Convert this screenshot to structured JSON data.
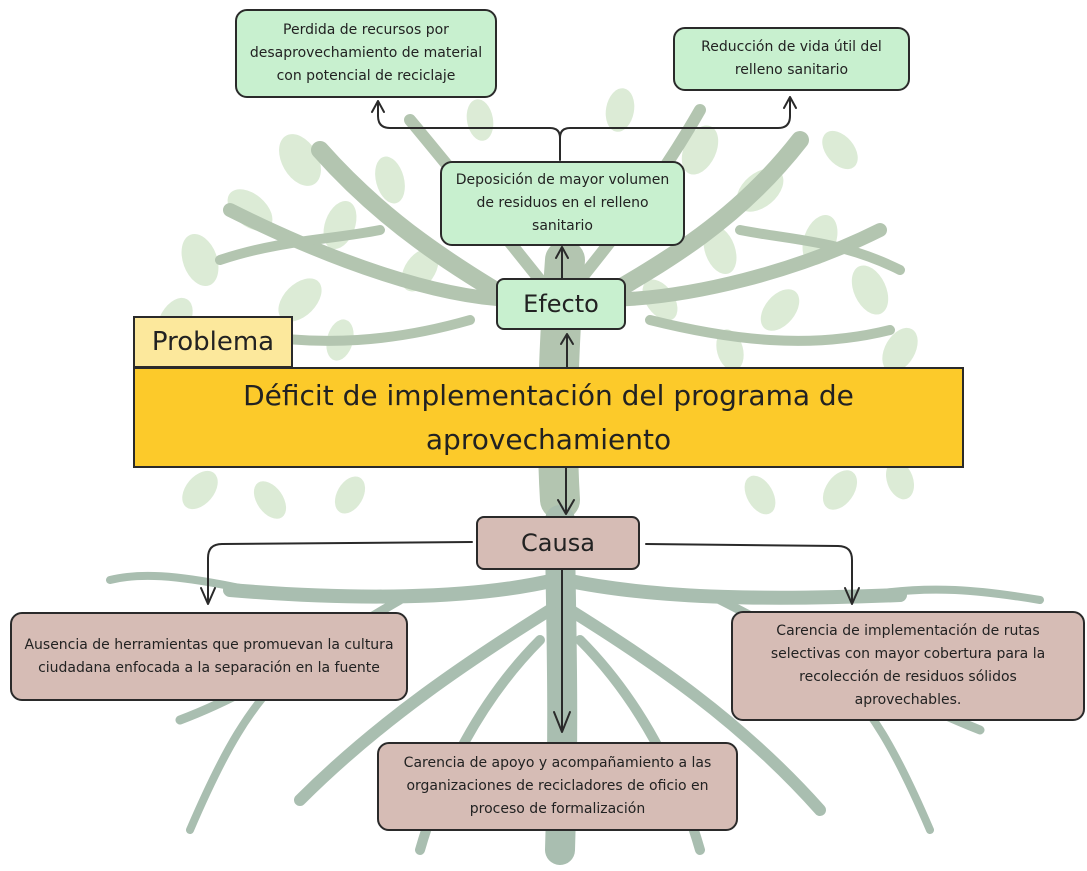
{
  "problem_label": "Problema",
  "problem": "Déficit de implementación del programa de aprovechamiento",
  "effect_label": "Efecto",
  "cause_label": "Causa",
  "effects": {
    "intermediate": "Deposición de mayor volumen de residuos en el relleno sanitario",
    "left": "Perdida de recursos por desaprovechamiento de material con potencial de reciclaje",
    "right": "Reducción de vida útil del relleno sanitario"
  },
  "causes": {
    "left": "Ausencia de herramientas que promuevan la cultura ciudadana enfocada a la separación en la fuente",
    "center": "Carencia de apoyo y acompañamiento a las organizaciones de recicladores de oficio en proceso de formalización",
    "right": "Carencia de implementación de rutas selectivas con mayor cobertura para la recolección de residuos sólidos aprovechables."
  },
  "colors": {
    "effect_box": "#c8f0cf",
    "cause_box": "#d6bcb5",
    "problem_box": "#fcca2a",
    "problem_tag": "#fce89c",
    "tree_leaf": "#dcebd6",
    "tree_wood": "#b3c5b0"
  }
}
